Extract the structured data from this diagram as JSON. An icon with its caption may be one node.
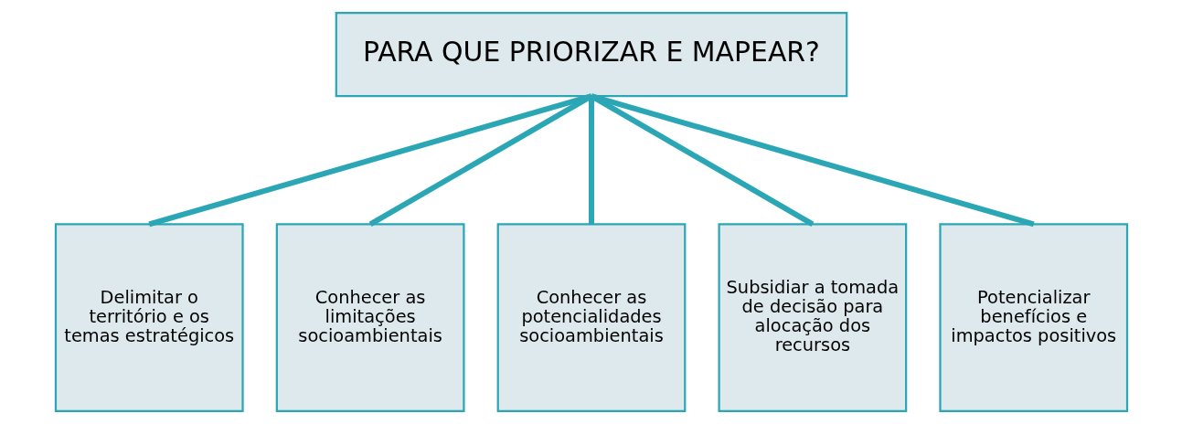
{
  "diagram": {
    "nodes": [
      {
        "text": [
          "PARA QUE PRIORIZAR E MAPEAR?"
        ]
      },
      {
        "text": [
          "Delimitar o território e os temas estratégicos"
        ]
      },
      {
        "text": [
          "Conhecer as limitações socioambientais"
        ]
      },
      {
        "text": [
          "Conhecer as potencialidades socioambientais"
        ]
      },
      {
        "text": [
          "Subsidiar a tomada de decisão para alocação dos recursos"
        ]
      },
      {
        "text": [
          "Potencializar benefícios e impactos positivos"
        ]
      }
    ],
    "edges": [
      {
        "from": 0,
        "to": 1,
        "arrow": "none"
      },
      {
        "from": 0,
        "to": 2,
        "arrow": "none"
      },
      {
        "from": 0,
        "to": 3,
        "arrow": "none"
      },
      {
        "from": 0,
        "to": 4,
        "arrow": "none"
      },
      {
        "from": 0,
        "to": 5,
        "arrow": "none"
      }
    ]
  }
}
